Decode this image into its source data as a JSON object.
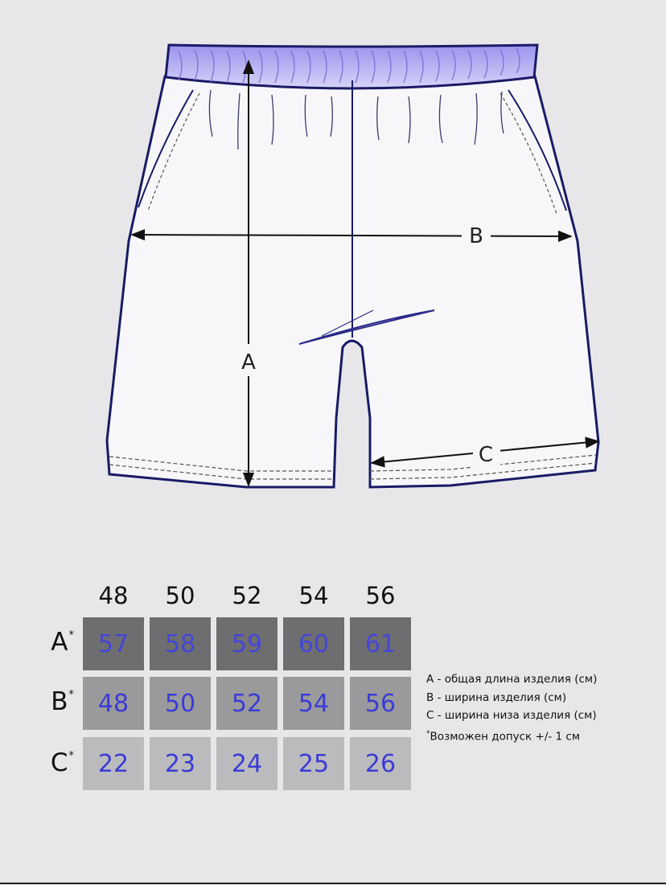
{
  "diagram": {
    "labels": {
      "a": "A",
      "b": "B",
      "c": "C"
    }
  },
  "size_table": {
    "sizes": [
      "48",
      "50",
      "52",
      "54",
      "56"
    ],
    "rows": [
      {
        "label": "A",
        "mark": "*",
        "values": [
          "57",
          "58",
          "59",
          "60",
          "61"
        ]
      },
      {
        "label": "B",
        "mark": "*",
        "values": [
          "48",
          "50",
          "52",
          "54",
          "56"
        ]
      },
      {
        "label": "C",
        "mark": "*",
        "values": [
          "22",
          "23",
          "24",
          "25",
          "26"
        ]
      }
    ]
  },
  "legend": {
    "line_a": "А -  общая длина изделия (см)",
    "line_b": "В - ширина изделия (см)",
    "line_c": "С - ширина низа изделия (см)",
    "note_mark": "*",
    "note": "Возможен допуск +/- 1 см"
  },
  "colors": {
    "outline": "#1a1a66",
    "waistband": "#b9b3f0",
    "value_text": "#3b3bd6"
  }
}
